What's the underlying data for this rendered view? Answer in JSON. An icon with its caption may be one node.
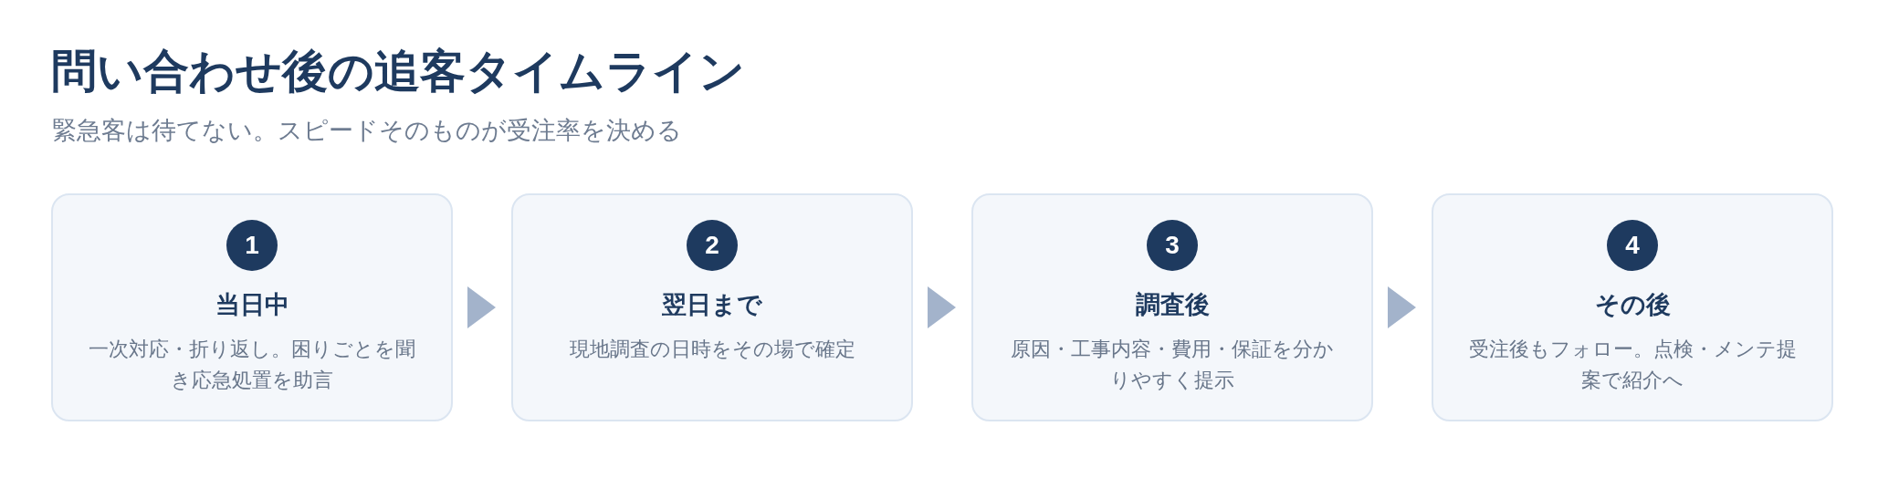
{
  "diagram": {
    "title": "問い合わせ後の追客タイムライン",
    "nodes": [
      {
        "text": [
          "当日中",
          "一次対応・折り返し。困りごとを聞き応急処置を助言"
        ]
      },
      {
        "text": [
          "1"
        ],
        "in": 0
      },
      {
        "text": [
          "翌日まで",
          "現地調査の日時をその場で確定"
        ]
      },
      {
        "text": [
          "2"
        ],
        "in": 2
      },
      {
        "text": [
          "調査後",
          "原因・工事内容・費用・保証を分かりやすく提示"
        ]
      },
      {
        "text": [
          "3"
        ],
        "in": 4
      },
      {
        "text": [
          "その後",
          "受注後もフォロー。点検・メンテ提案で紹介へ"
        ]
      },
      {
        "text": [
          "4"
        ],
        "in": 6
      }
    ],
    "edges": [
      {
        "from": 0,
        "to": 2,
        "arrow": "to"
      },
      {
        "from": 2,
        "to": 4,
        "arrow": "to"
      },
      {
        "from": 4,
        "to": 6,
        "arrow": "to"
      }
    ],
    "labels": [
      "緊急客は待てない。スピードそのものが受注率を決める"
    ]
  }
}
